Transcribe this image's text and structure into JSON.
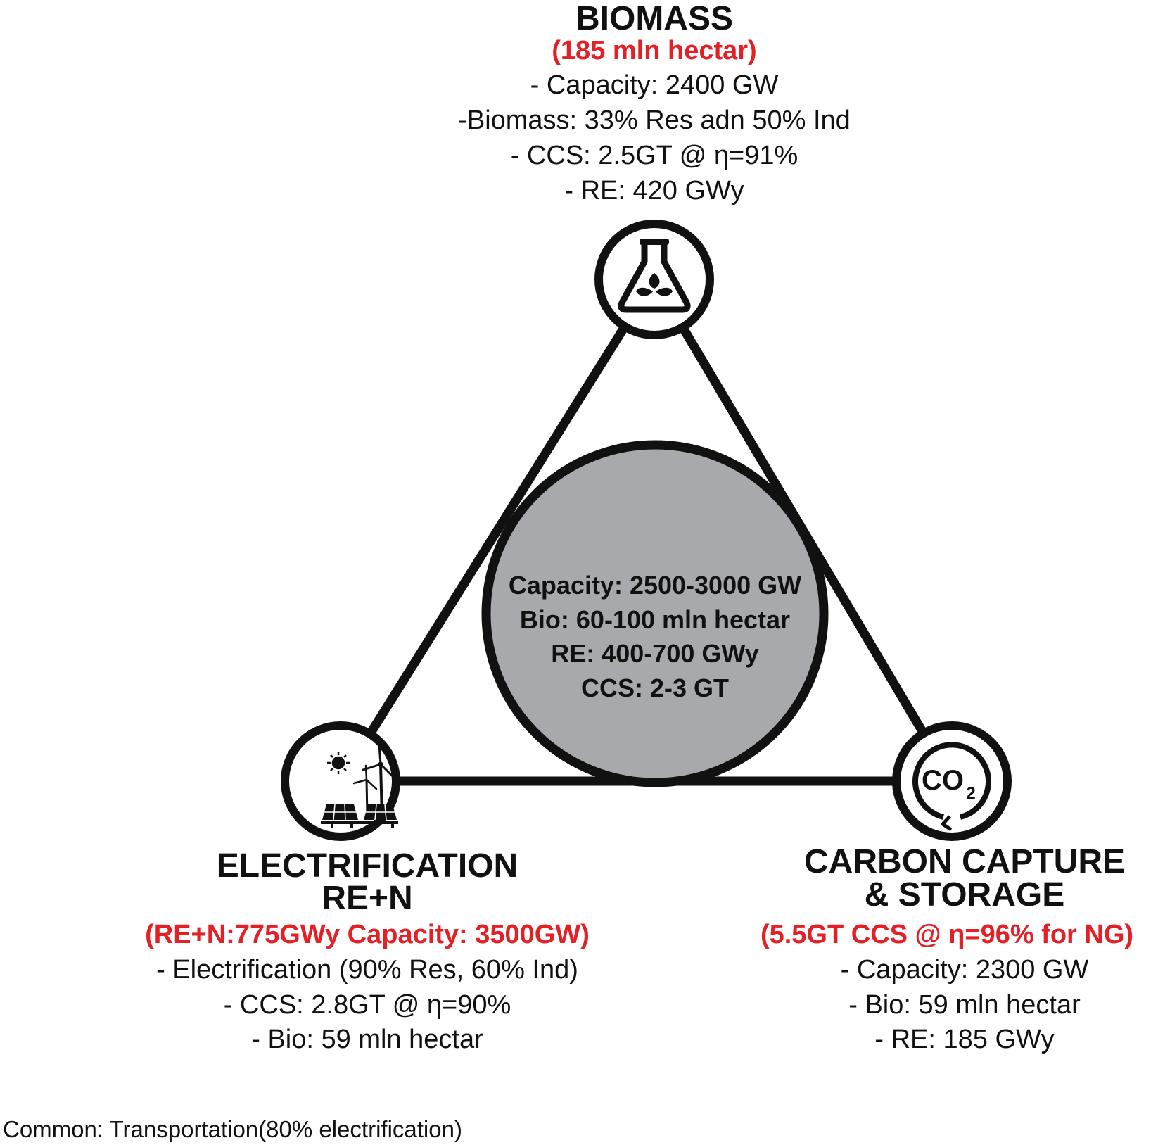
{
  "nodes": {
    "biomass": {
      "title": "BIOMASS",
      "highlight": "(185 mln hectar)",
      "lines": [
        "- Capacity: 2400 GW",
        "-Biomass: 33% Res adn 50% Ind",
        "- CCS: 2.5GT @ η=91%",
        "- RE: 420 GWy"
      ],
      "icon": "flask-leaf-icon"
    },
    "electrification": {
      "title_lines": [
        "ELECTRIFICATION",
        "RE+N"
      ],
      "highlight": "(RE+N:775GWy Capacity: 3500GW)",
      "lines": [
        "- Electrification (90% Res, 60% Ind)",
        "- CCS: 2.8GT @ η=90%",
        "- Bio: 59 mln hectar"
      ],
      "icon": "solar-wind-icon"
    },
    "ccs": {
      "title_lines": [
        "CARBON CAPTURE",
        "& STORAGE"
      ],
      "highlight": "(5.5GT CCS @ η=96% for NG)",
      "lines": [
        "- Capacity: 2300 GW",
        "- Bio: 59 mln hectar",
        "- RE: 185 GWy"
      ],
      "icon": "co2-cycle-icon",
      "icon_text": "CO",
      "icon_subscript": "2"
    }
  },
  "center": {
    "lines": [
      "Capacity: 2500-3000 GW",
      "Bio: 60-100 mln hectar",
      "RE: 400-700 GWy",
      "CCS: 2-3 GT"
    ]
  },
  "footer": "Common: Transportation(80% electrification)",
  "colors": {
    "highlight": "#e32025",
    "stroke": "#111111",
    "center_fill": "#a7a9ac"
  }
}
